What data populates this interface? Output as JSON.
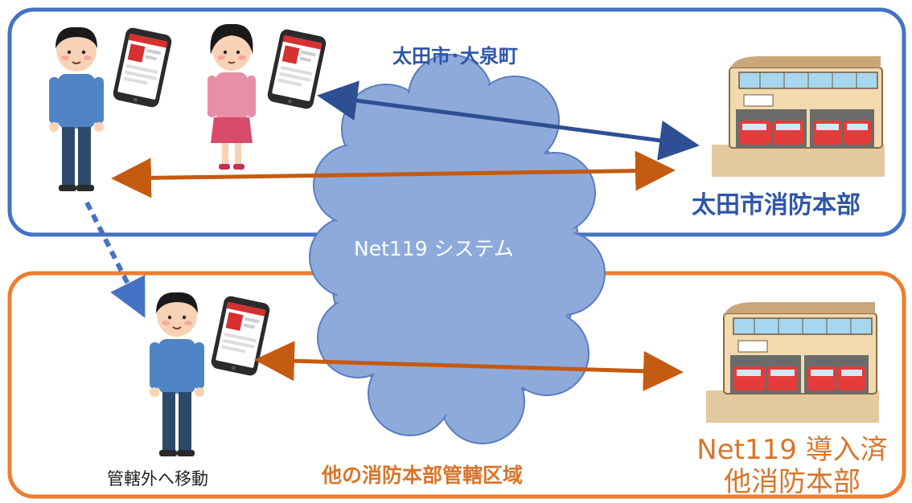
{
  "regions": {
    "top": {
      "label": "太田市･大泉町"
    },
    "bottom": {
      "label": "他の消防本部管轄区域"
    }
  },
  "stations": {
    "top": {
      "label": "太田市消防本部"
    },
    "bottom": {
      "label_line1": "Net119 導入済",
      "label_line2": "他消防本部"
    }
  },
  "system": {
    "label": "Net119 システム"
  },
  "user_move": {
    "label": "管轄外へ移動"
  },
  "colors": {
    "top_border": "#4472c4",
    "bottom_border": "#ed7d31",
    "cloud": "#8eaadb",
    "arrow_blue": "#2f4f94",
    "arrow_orange": "#c55a11"
  }
}
